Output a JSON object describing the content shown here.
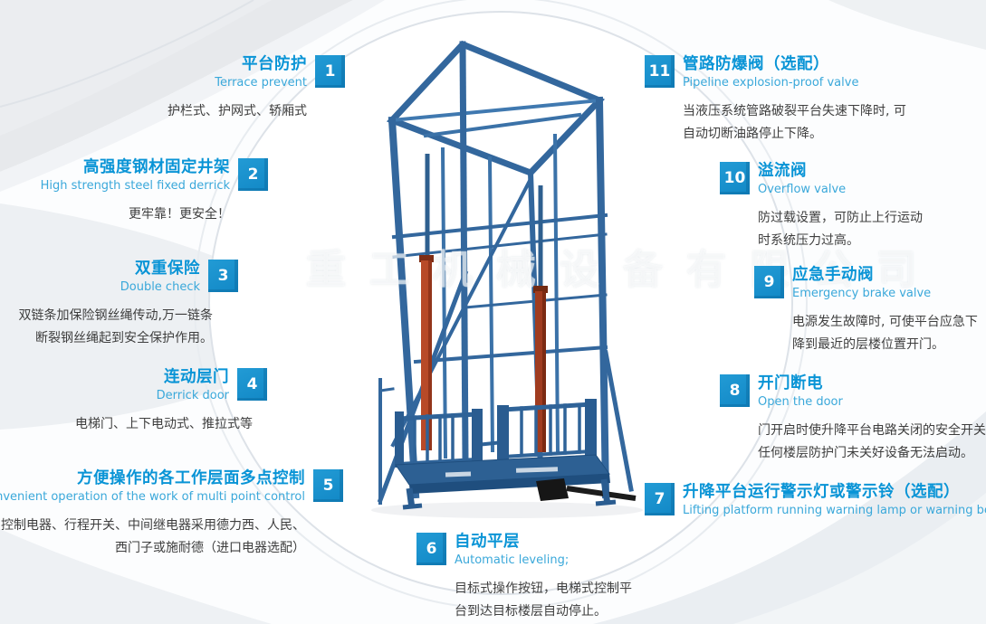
{
  "page": {
    "type": "product-infographic",
    "subject": "guide rail hydraulic cargo lift"
  },
  "colors": {
    "badge_blue": "#1791cd",
    "title_blue": "#0994d6",
    "subtitle_blue": "#3aa8da",
    "body_text": "#3e3e3e",
    "structure_blue": "#33679d",
    "cylinder_red": "#b84a28"
  },
  "watermark": {
    "text": "重工机械设备有限公司"
  },
  "illustration": {
    "name": "blue steel derrick lift with hydraulic cylinders and railed platform"
  },
  "features": [
    {
      "number": "1",
      "title_zh": "平台防护",
      "title_en": "Terrace prevent",
      "desc": [
        "护栏式、护网式、轿厢式"
      ]
    },
    {
      "number": "2",
      "title_zh": "高强度钢材固定井架",
      "title_en": "High strength steel fixed derrick",
      "desc": [
        "更牢靠！更安全！"
      ]
    },
    {
      "number": "3",
      "title_zh": "双重保险",
      "title_en": "Double check",
      "desc": [
        "双链条加保险钢丝绳传动,万一链条",
        "断裂钢丝绳起到安全保护作用。"
      ]
    },
    {
      "number": "4",
      "title_zh": "连动层门",
      "title_en": "Derrick door",
      "desc": [
        "电梯门、上下电动式、推拉式等"
      ]
    },
    {
      "number": "5",
      "title_zh": "方便操作的各工作层面多点控制",
      "title_en": "Convenient operation of the work of multi point control",
      "desc": [
        "控制电器、行程开关、中间继电器采用德力西、人民、",
        "西门子或施耐德（进口电器选配）"
      ]
    },
    {
      "number": "6",
      "title_zh": "自动平层",
      "title_en": "Automatic leveling;",
      "desc": [
        "目标式操作按钮，电梯式控制平",
        "台到达目标楼层自动停止。"
      ]
    },
    {
      "number": "7",
      "title_zh": "升降平台运行警示灯或警示铃（选配）",
      "title_en": "Lifting platform running warning lamp or warning bell",
      "desc": []
    },
    {
      "number": "8",
      "title_zh": "开门断电",
      "title_en": "Open the door",
      "desc": [
        "门开启时使升降平台电路关闭的安全开关",
        "任何楼层防护门未关好设备无法启动。"
      ]
    },
    {
      "number": "9",
      "title_zh": "应急手动阀",
      "title_en": "Emergency brake valve",
      "desc": [
        "电源发生故障时, 可使平台应急下",
        "降到最近的层楼位置开门。"
      ]
    },
    {
      "number": "10",
      "title_zh": "溢流阀",
      "title_en": "Overflow valve",
      "desc": [
        "防过载设置，可防止上行运动",
        "时系统压力过高。"
      ]
    },
    {
      "number": "11",
      "title_zh": "管路防爆阀（选配）",
      "title_en": "Pipeline explosion-proof valve",
      "desc": [
        "当液压系统管路破裂平台失速下降时, 可",
        "自动切断油路停止下降。"
      ]
    }
  ]
}
